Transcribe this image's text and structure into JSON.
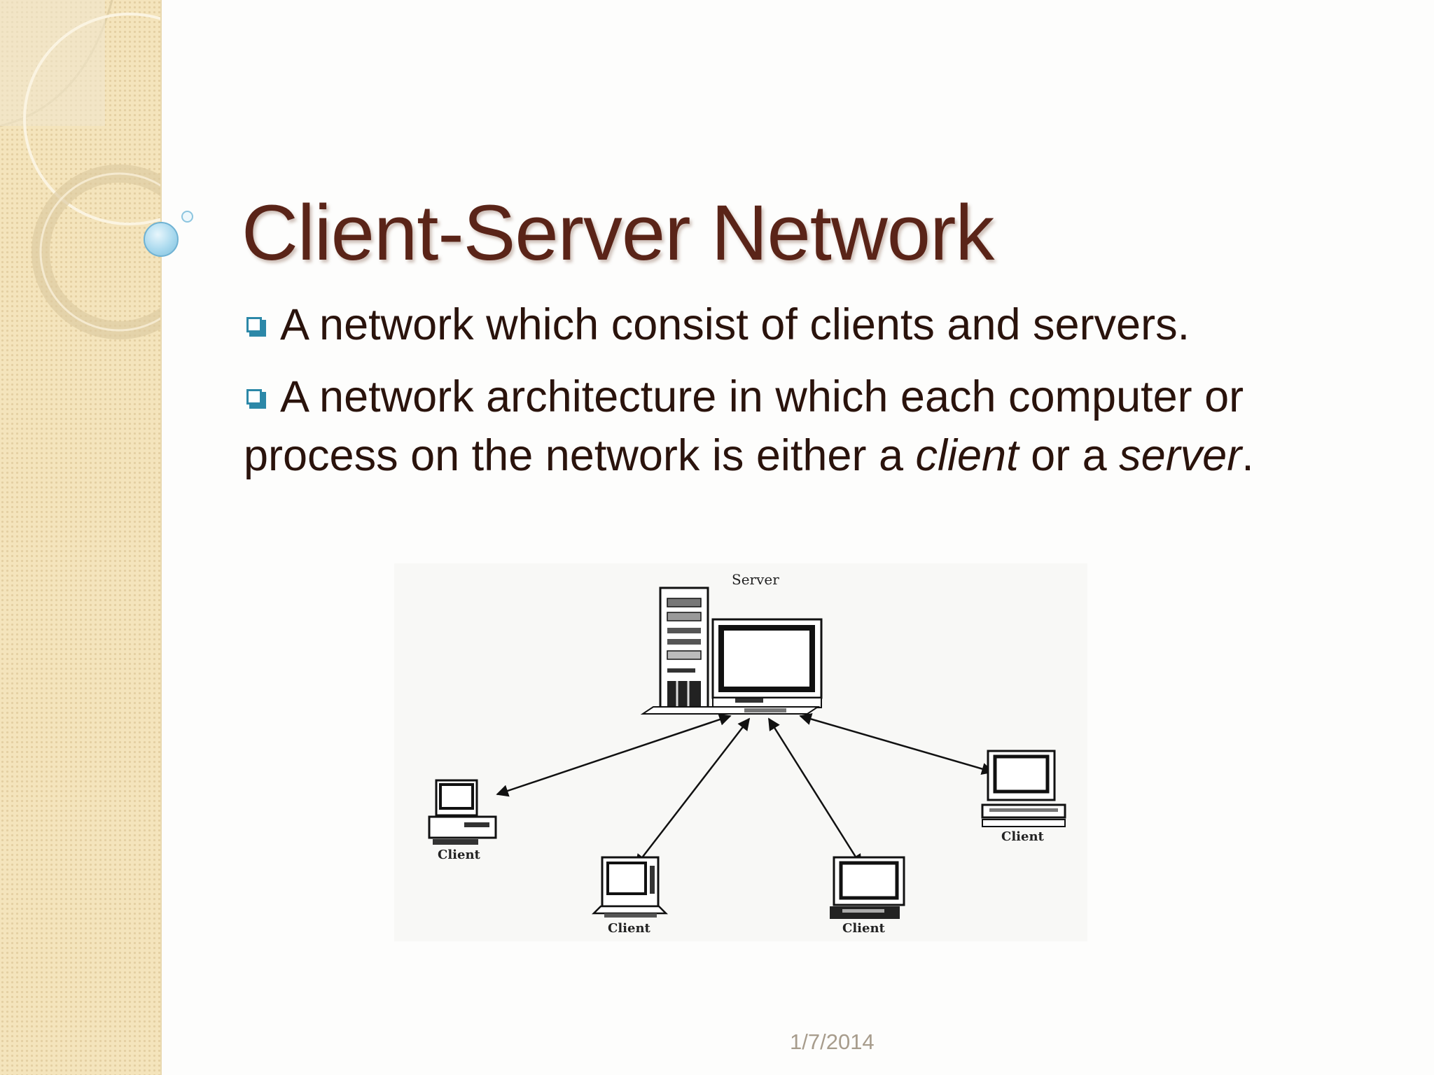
{
  "slide": {
    "title": "Client-Server Network",
    "bullets": [
      {
        "text": "A network which consist of clients and servers."
      },
      {
        "line1": "A network architecture in which each computer or",
        "line2_pre": "process on the network is either a ",
        "line2_em1": "client",
        "line2_mid": " or a ",
        "line2_em2": "server",
        "line2_post": "."
      }
    ],
    "date": "1/7/2014"
  },
  "diagram": {
    "server_label": "Server",
    "client_labels": [
      "Client",
      "Client",
      "Client",
      "Client"
    ]
  },
  "colors": {
    "title": "#5a2418",
    "body_text": "#2a130c",
    "bullet_accent": "#2c88a8",
    "side_band": "#f4e4bc",
    "date": "#a79c8c"
  }
}
